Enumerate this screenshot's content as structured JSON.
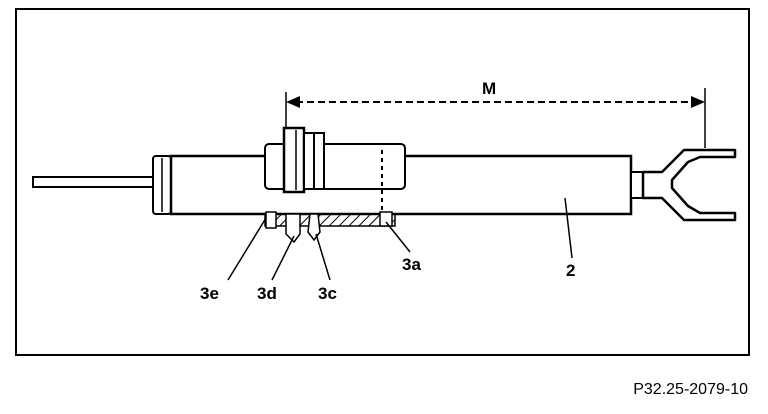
{
  "labels": {
    "dimension": "M",
    "housing": "2",
    "part_3a": "3a",
    "part_3c": "3c",
    "part_3d": "3d",
    "part_3e": "3e"
  },
  "reference_code": "P32.25-2079-10",
  "colors": {
    "line": "#000000",
    "background": "#ffffff"
  }
}
